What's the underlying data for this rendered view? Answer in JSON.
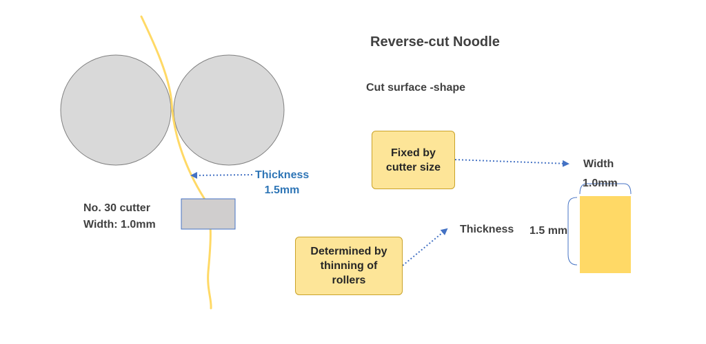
{
  "title": "Reverse-cut Noodle",
  "subtitle": "Cut surface -shape",
  "roller_thickness_label": {
    "line1": "Thickness",
    "line2": "1.5mm"
  },
  "cutter_label": {
    "line1": "No. 30 cutter",
    "line2": "Width: 1.0mm"
  },
  "fixed_box": {
    "line1": "Fixed by",
    "line2": "cutter size"
  },
  "determined_box": {
    "line1": "Determined by",
    "line2": "thinning of",
    "line3": "rollers"
  },
  "cross_section": {
    "width_label": "Width",
    "width_value": "1.0mm",
    "thickness_label": "Thickness",
    "thickness_value": "1.5 mm"
  },
  "colors": {
    "roller": "#d9d9d9",
    "noodle": "#ffd966",
    "arrow": "#4472c4",
    "thickness_text": "#2e75b6",
    "box_fill": "#fde598",
    "cutter_fill": "#d0cece"
  }
}
